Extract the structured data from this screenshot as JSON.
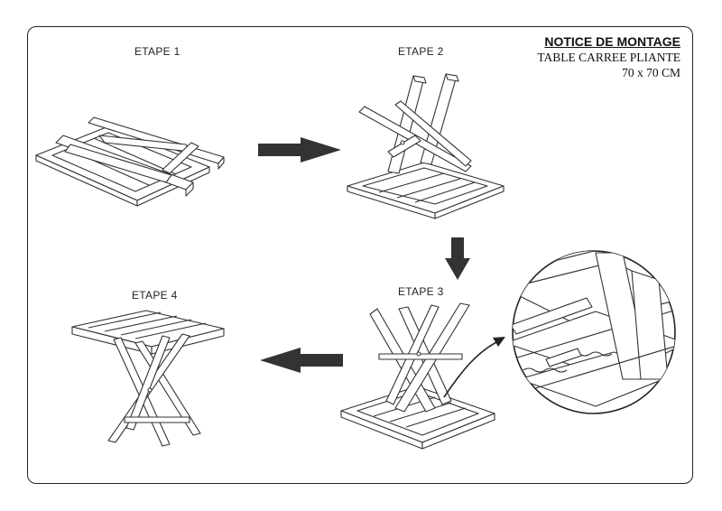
{
  "header": {
    "title": "NOTICE DE MONTAGE",
    "product": "TABLE CARREE PLIANTE",
    "dimensions": "70 x 70 CM"
  },
  "steps": [
    {
      "label": "ETAPE 1"
    },
    {
      "label": "ETAPE 2"
    },
    {
      "label": "ETAPE 3"
    },
    {
      "label": "ETAPE 4"
    }
  ]
}
